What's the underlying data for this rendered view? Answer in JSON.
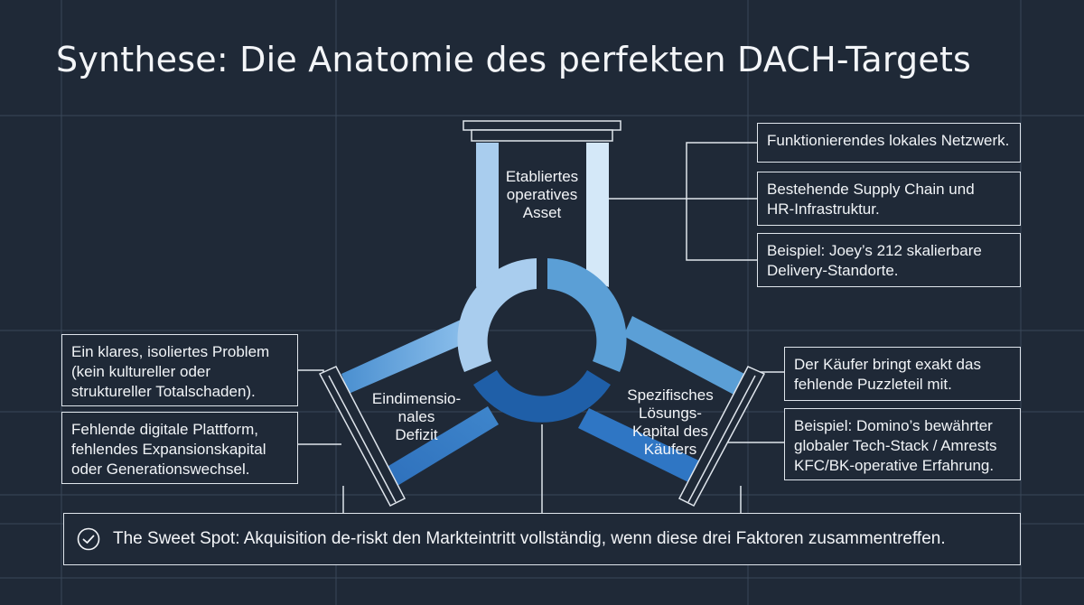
{
  "title": "Synthese: Die Anatomie des perfekten DACH-Targets",
  "pillars": {
    "top": [
      "Etabliertes",
      "operatives",
      "Asset"
    ],
    "left": [
      "Eindimensio-",
      "nales",
      "Defizit"
    ],
    "right": [
      "Spezifisches",
      "Lösungs-",
      "Kapital des",
      "Käufers"
    ]
  },
  "top_boxes": [
    [
      "Funktionierendes lokales Netzwerk."
    ],
    [
      "Bestehende Supply Chain und",
      "HR-Infrastruktur."
    ],
    [
      "Beispiel: Joey’s 212 skalierbare",
      "Delivery-Standorte."
    ]
  ],
  "left_boxes": [
    [
      "Ein klares, isoliertes Problem",
      "(kein kultureller oder",
      "struktureller Totalschaden)."
    ],
    [
      "Fehlende digitale Plattform,",
      "fehlendes Expansionskapital",
      "oder Generationswechsel."
    ]
  ],
  "right_boxes": [
    [
      "Der Käufer bringt exakt das",
      "fehlende Puzzleteil mit."
    ],
    [
      "Beispiel: Domino’s bewährter",
      "globaler Tech-Stack / Amrests",
      "KFC/BK-operative Erfahrung."
    ]
  ],
  "sweet_spot": "The Sweet Spot: Akquisition de-riskt den Markteintritt vollständig, wenn diese drei Faktoren zusammentreffen.",
  "colors": {
    "background": "#1f2937",
    "light_blue": "#a9cdee",
    "mid_blue": "#5b9fd6",
    "dark_blue": "#1f5fa8",
    "line": "#dfe5ec"
  }
}
